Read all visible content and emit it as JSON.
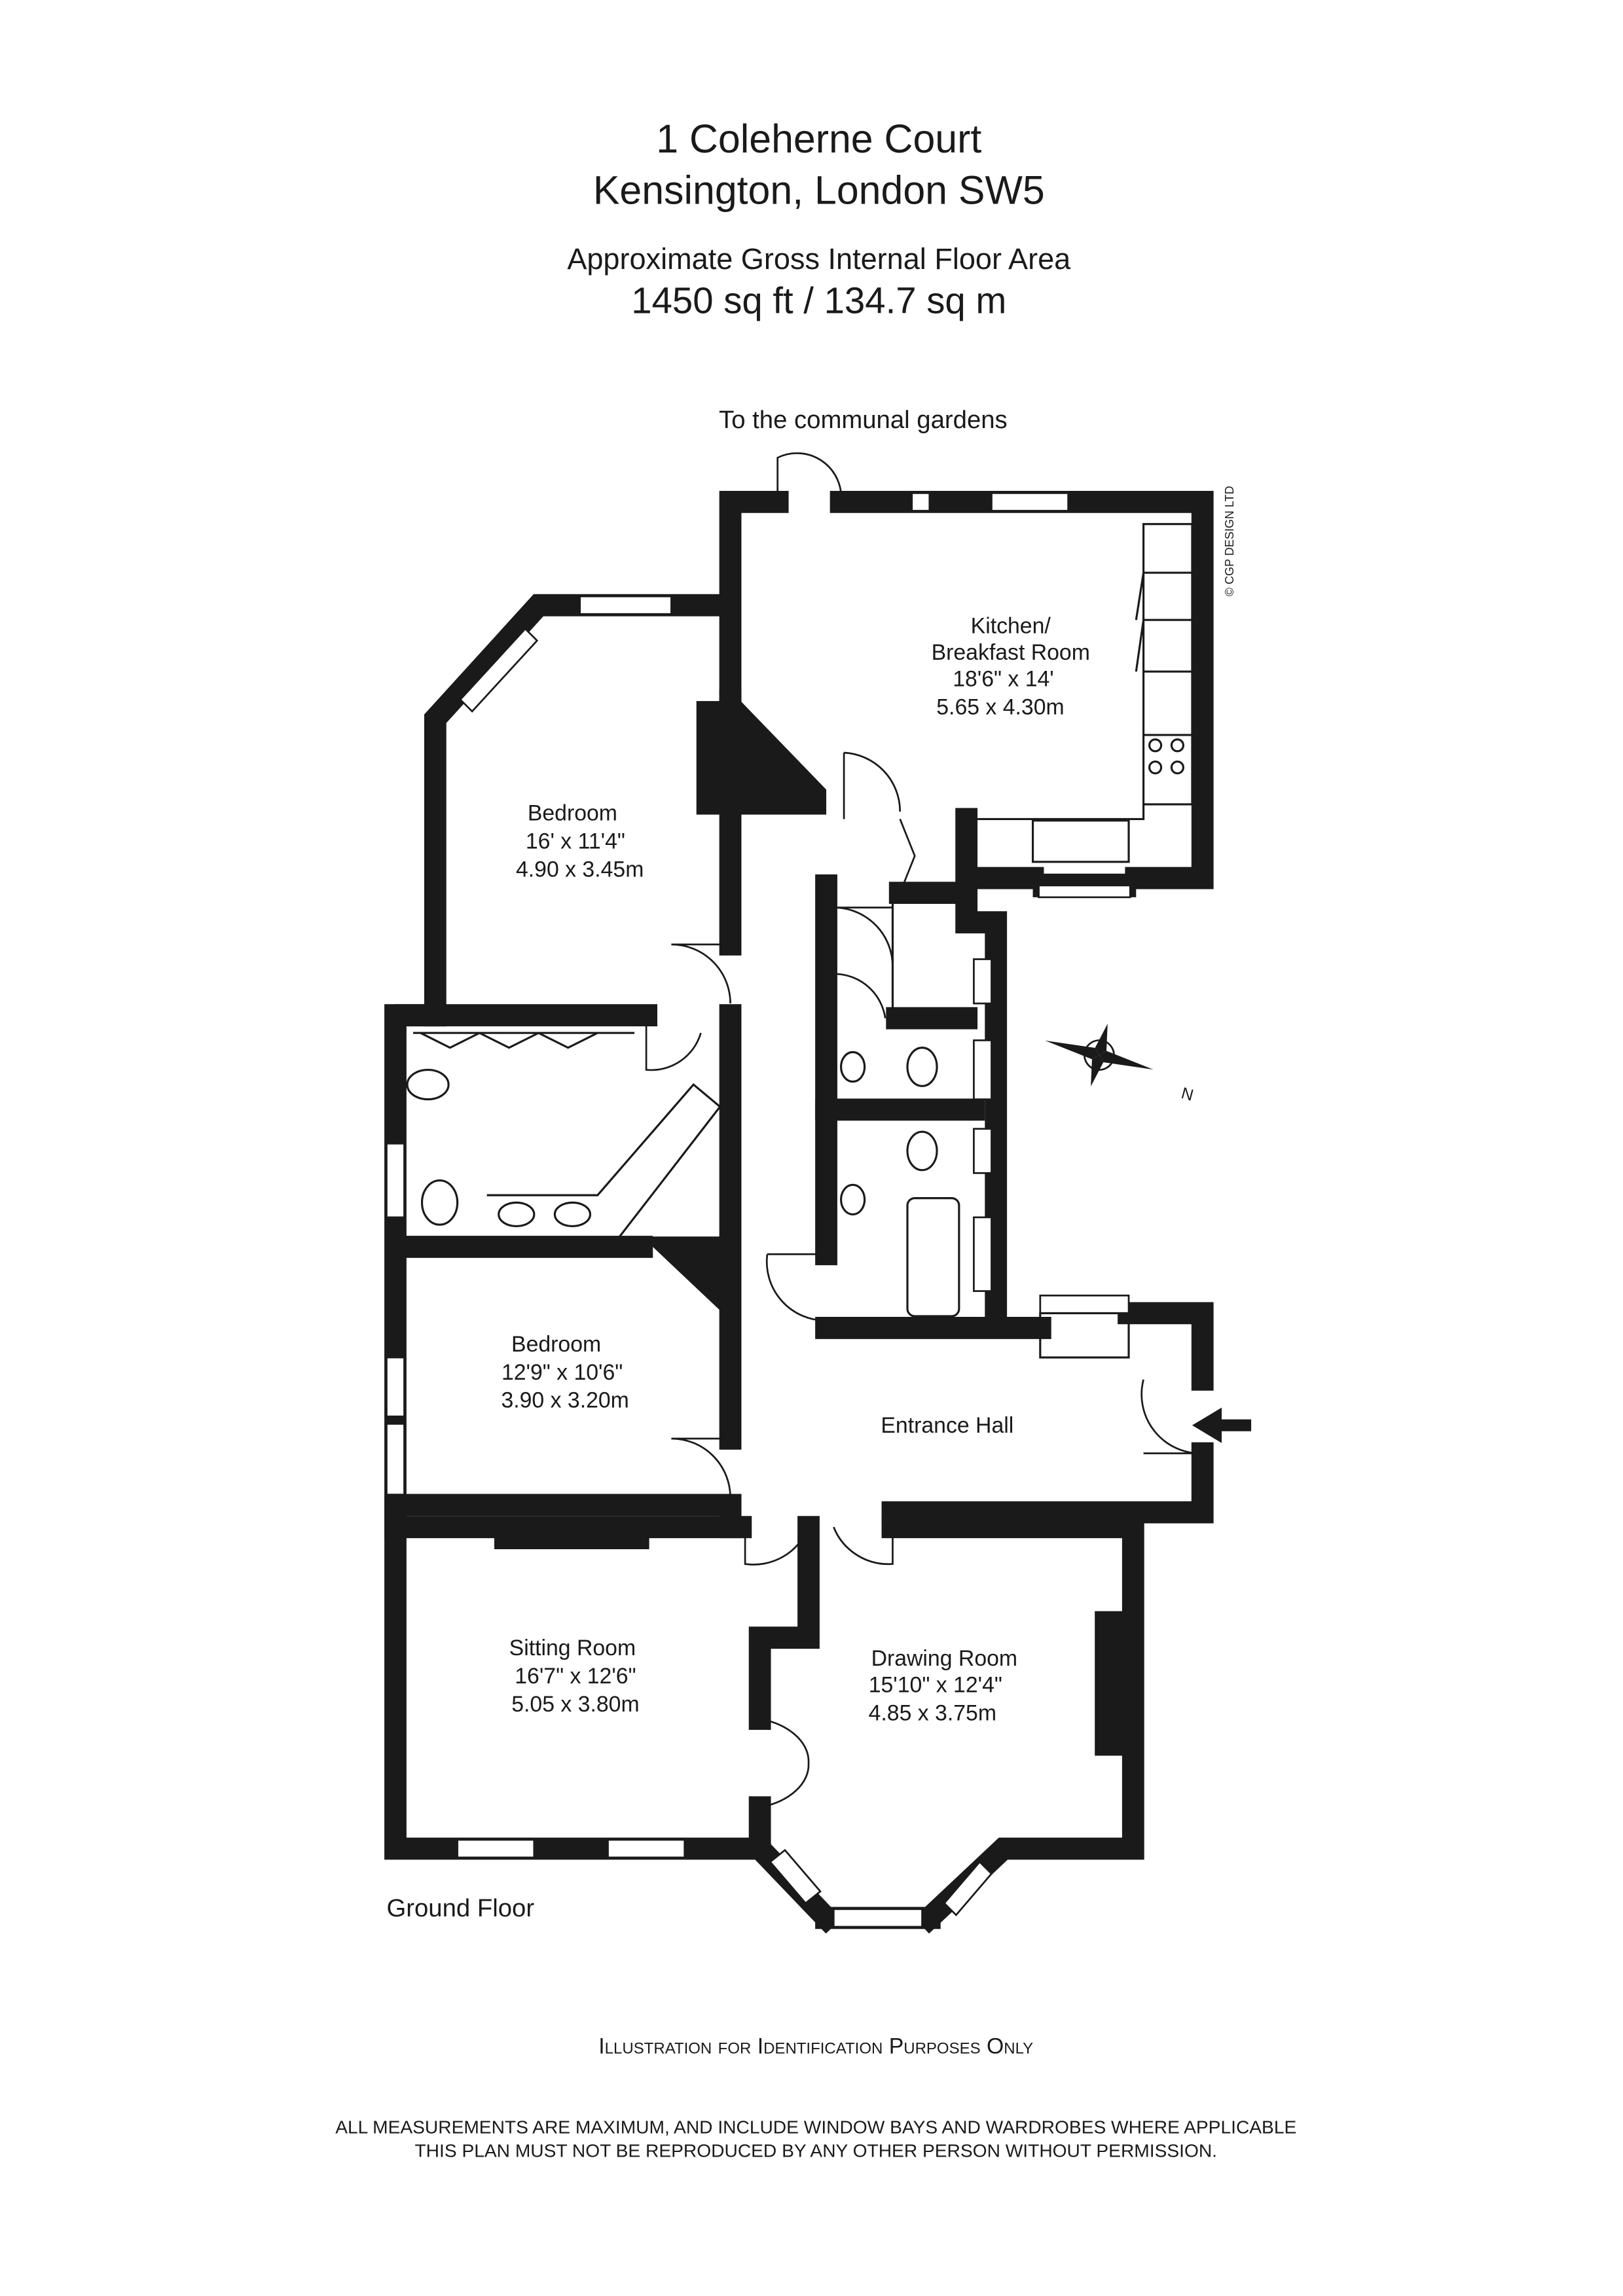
{
  "header": {
    "address_line1": "1 Coleherne Court",
    "address_line2": "Kensington, London SW5",
    "area_label": "Approximate Gross Internal Floor Area",
    "area_value": "1450 sq ft / 134.7 sq m"
  },
  "plan": {
    "garden_note": "To the communal gardens",
    "copyright": "© CGP DESIGN LTD",
    "floor_label": "Ground Floor",
    "compass_label": "N",
    "rooms": [
      {
        "name": "Kitchen/",
        "name2": "Breakfast Room",
        "imperial": "18'6\" x 14'",
        "metric": "5.65 x 4.30m"
      },
      {
        "name": "Bedroom",
        "imperial": "16' x 11'4\"",
        "metric": "4.90 x 3.45m"
      },
      {
        "name": "Bedroom",
        "imperial": "12'9\" x 10'6\"",
        "metric": "3.90 x 3.20m"
      },
      {
        "name": "Entrance Hall"
      },
      {
        "name": "Sitting Room",
        "imperial": "16'7\" x 12'6\"",
        "metric": "5.05 x 3.80m"
      },
      {
        "name": "Drawing Room",
        "imperial": "15'10\" x 12'4\"",
        "metric": "4.85 x 3.75m"
      }
    ]
  },
  "footer": {
    "illustration_note": "Illustration for Identification Purposes Only",
    "disclaimer1": "ALL MEASUREMENTS ARE MAXIMUM, AND INCLUDE WINDOW BAYS AND WARDROBES WHERE APPLICABLE",
    "disclaimer2": "THIS PLAN MUST NOT BE REPRODUCED BY ANY OTHER PERSON WITHOUT PERMISSION."
  }
}
